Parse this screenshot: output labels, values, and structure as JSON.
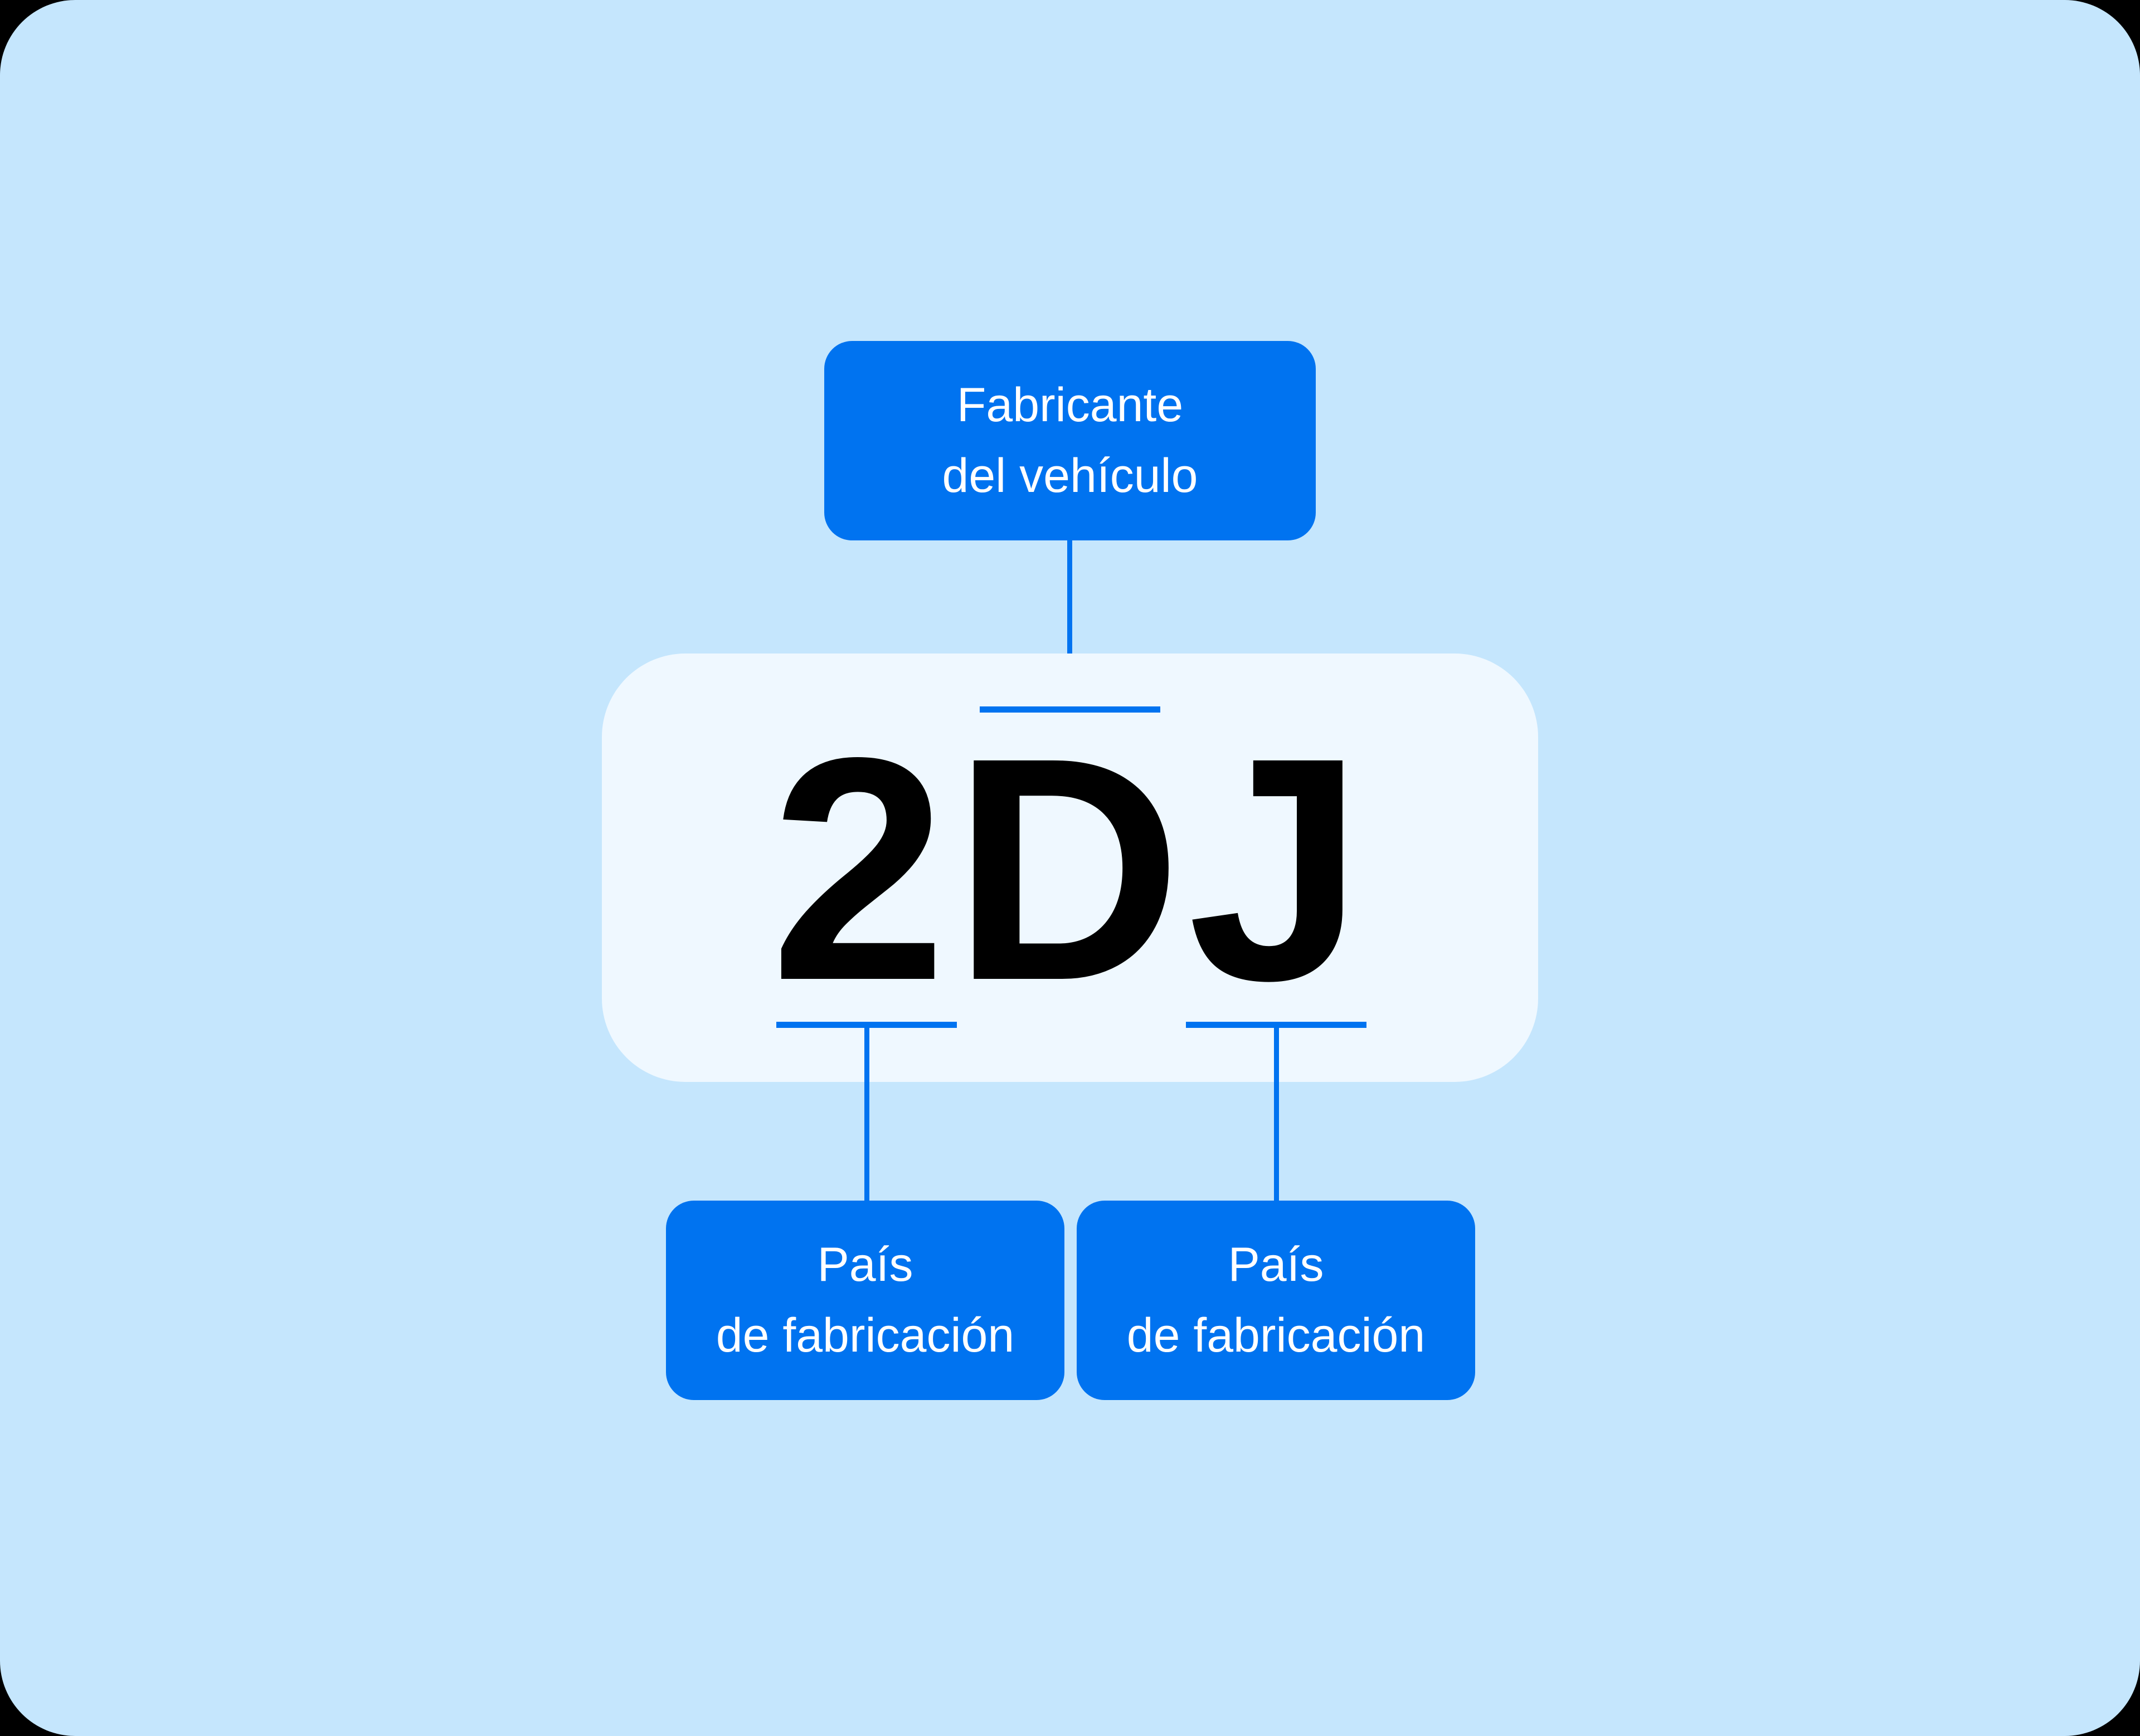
{
  "diagram": {
    "code": "2DJ",
    "top_label": {
      "line1": "Fabricante",
      "line2": "del vehículo"
    },
    "bottom_labels": [
      {
        "line1": "País",
        "line2": "de fabricación"
      },
      {
        "line1": "País",
        "line2": "de fabricación"
      }
    ],
    "colors": {
      "background": "#c5e6fd",
      "plate": "#eff8ff",
      "accent": "#0073f0",
      "code_text": "#000000",
      "label_text": "#ffffff"
    }
  }
}
